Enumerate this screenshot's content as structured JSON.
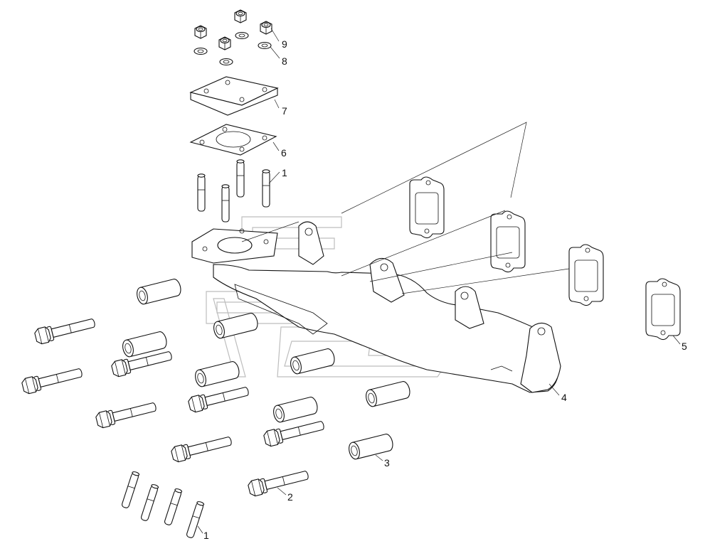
{
  "callouts": [
    {
      "id": "stud-top",
      "text": "1"
    },
    {
      "id": "stud-bottom",
      "text": "1"
    },
    {
      "id": "bolt",
      "text": "2"
    },
    {
      "id": "spacer",
      "text": "3"
    },
    {
      "id": "manifold",
      "text": "4"
    },
    {
      "id": "gasket-port",
      "text": "5"
    },
    {
      "id": "gasket-flange",
      "text": "6"
    },
    {
      "id": "cover-plate",
      "text": "7"
    },
    {
      "id": "washer",
      "text": "8"
    },
    {
      "id": "nut",
      "text": "9"
    }
  ]
}
